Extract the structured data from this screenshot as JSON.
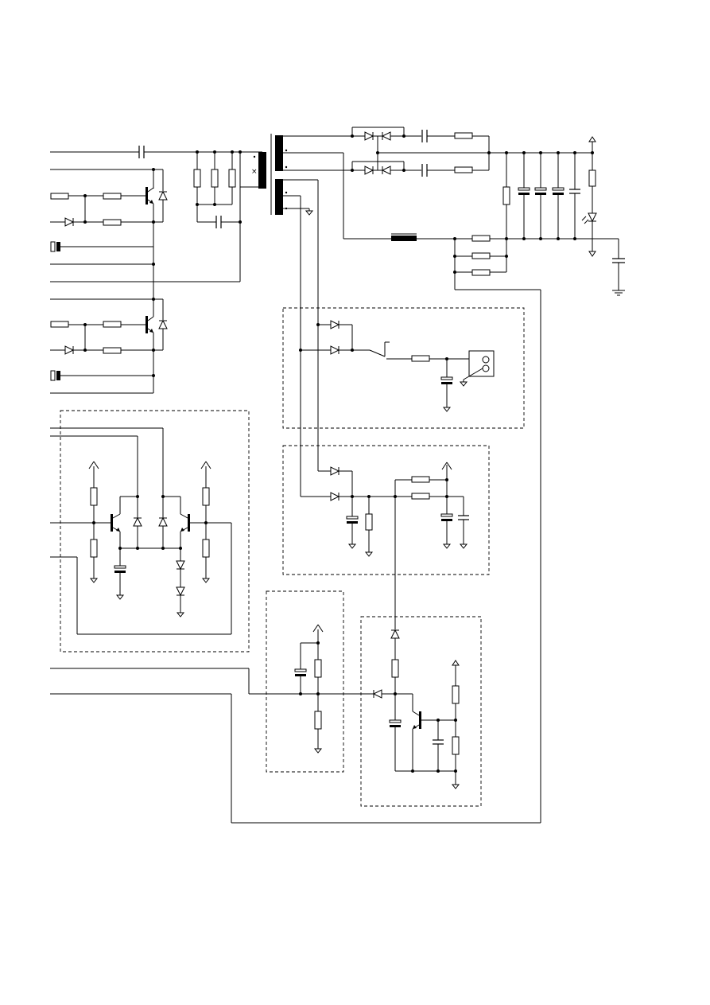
{
  "diagram": {
    "kind": "circuit-schematic",
    "text_labels": [],
    "colors": {
      "ink": "#000000",
      "paper": "#ffffff"
    },
    "dashed_blocks": [
      {
        "id": "mains-switch-block"
      },
      {
        "id": "rectifier-regulator-block"
      },
      {
        "id": "differential-transistor-block"
      },
      {
        "id": "divider-block"
      },
      {
        "id": "transistor-delay-block"
      }
    ],
    "component_types": [
      "resistor",
      "capacitor",
      "electrolytic-capacitor",
      "diode",
      "zener-diode",
      "npn-transistor",
      "transformer",
      "inductor",
      "led",
      "switch",
      "connector",
      "ground",
      "supply-arrow"
    ]
  }
}
